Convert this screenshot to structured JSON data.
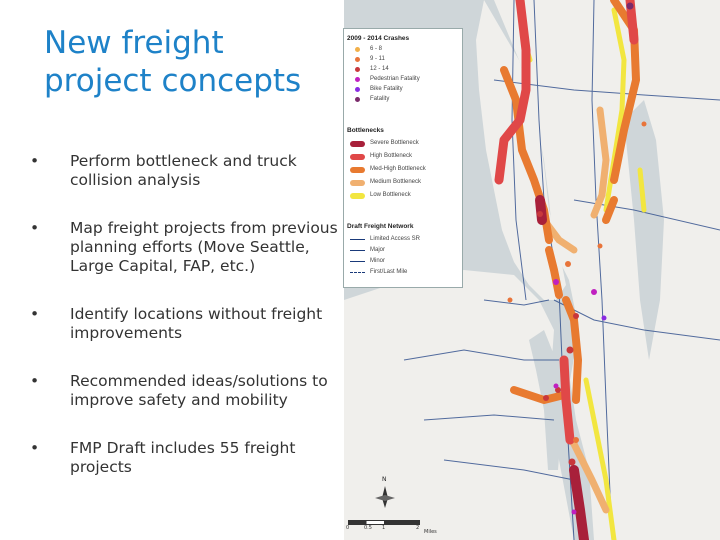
{
  "slide": {
    "title_line1": "New freight",
    "title_line2": "project concepts",
    "bullet_glyph": "•",
    "bullets": [
      "Perform bottleneck and truck collision analysis",
      "Map freight projects from previous planning efforts (Move Seattle, Large Capital, FAP, etc.)",
      "Identify locations without freight improvements",
      "Recommended ideas/solutions to improve safety and mobility",
      "FMP Draft includes 55 freight projects"
    ]
  },
  "legend": {
    "crashes_heading": "2009 - 2014 Crashes",
    "crashes": [
      {
        "label": "6 - 8",
        "color": "#f2b04a"
      },
      {
        "label": "9 - 11",
        "color": "#e8743a"
      },
      {
        "label": "12 - 14",
        "color": "#c8383c"
      },
      {
        "label": "Pedestrian Fatality",
        "color": "#c020c0"
      },
      {
        "label": "Bike Fatality",
        "color": "#8a2be2"
      },
      {
        "label": "Fatality",
        "color": "#7a2a6a"
      }
    ],
    "bottlenecks_heading": "Bottlenecks",
    "bottlenecks": [
      {
        "label": "Severe Bottleneck",
        "color": "#a8203a"
      },
      {
        "label": "High Bottleneck",
        "color": "#e04848"
      },
      {
        "label": "Med-High Bottleneck",
        "color": "#e87a30"
      },
      {
        "label": "Medium Bottleneck",
        "color": "#f0b070"
      },
      {
        "label": "Low Bottleneck",
        "color": "#f2e640"
      }
    ],
    "network_heading": "Draft Freight Network",
    "network": [
      {
        "label": "Limited Access SR",
        "style": "solid"
      },
      {
        "label": "Major",
        "style": "solid"
      },
      {
        "label": "Minor",
        "style": "solid"
      },
      {
        "label": "First/Last Mile",
        "style": "dashed"
      }
    ]
  },
  "map": {
    "colors": {
      "water": "#cfd6d9",
      "land": "#f0efec",
      "severe": "#a8203a",
      "high": "#e04848",
      "medhigh": "#e87a30",
      "medium": "#f0b070",
      "low": "#f2e640",
      "network": "#2a4a8a"
    },
    "compass_label": "N",
    "scale_labels": [
      "0",
      "0.5",
      "1",
      "2",
      "Miles"
    ]
  }
}
